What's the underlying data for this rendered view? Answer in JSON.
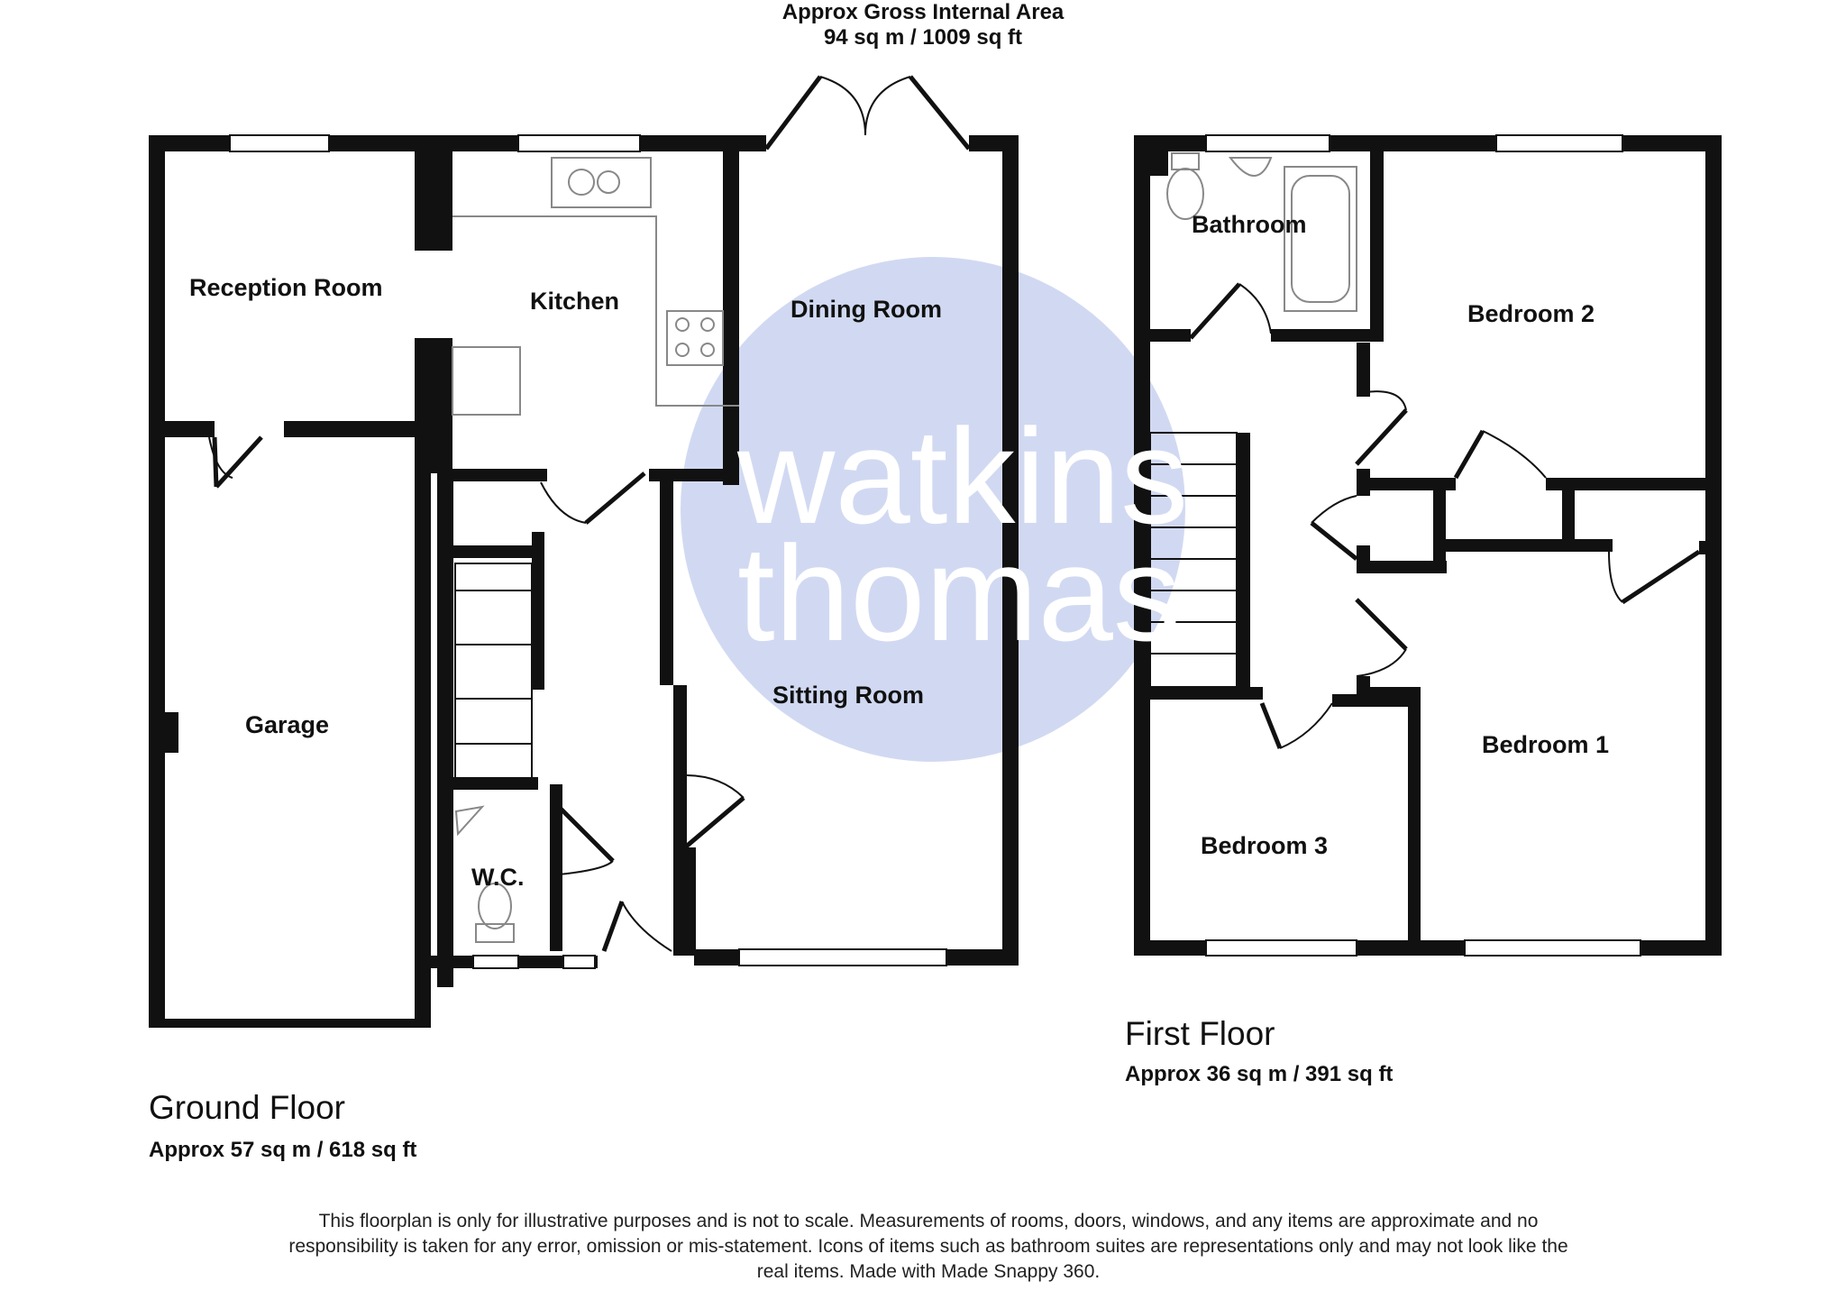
{
  "header": {
    "line1": "Approx Gross Internal Area",
    "line2": "94 sq m / 1009 sq ft"
  },
  "watermark": {
    "line1": "watkins",
    "line2": "thomas",
    "circle_color": "#c9d2f0"
  },
  "ground_floor": {
    "name": "Ground Floor",
    "area": "Approx 57 sq m / 618 sq ft",
    "rooms": {
      "reception": "Reception Room",
      "kitchen": "Kitchen",
      "dining": "Dining Room",
      "sitting": "Sitting Room",
      "garage": "Garage",
      "wc": "W.C."
    }
  },
  "first_floor": {
    "name": "First Floor",
    "area": "Approx 36 sq m / 391 sq ft",
    "rooms": {
      "bathroom": "Bathroom",
      "bedroom2": "Bedroom 2",
      "bedroom1": "Bedroom 1",
      "bedroom3": "Bedroom 3"
    }
  },
  "disclaimer": "This floorplan is only for illustrative purposes and is not to scale. Measurements of rooms, doors, windows, and any items are approximate and no responsibility is taken for any error, omission or mis-statement. Icons of items such as bathroom suites are representations only and may not look like the real items. Made with Made Snappy 360."
}
